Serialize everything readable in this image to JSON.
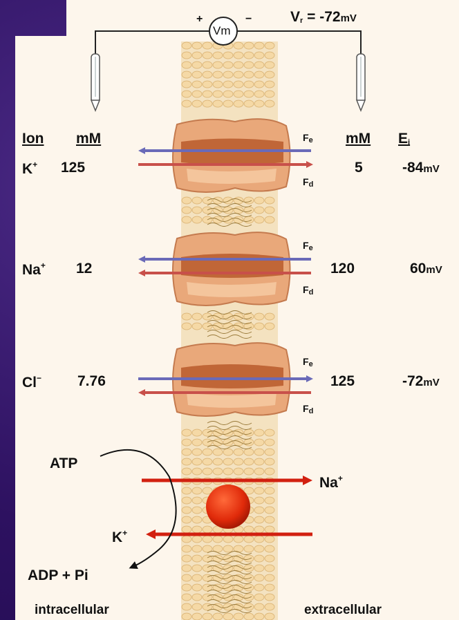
{
  "voltmeter": {
    "label": "Vm",
    "plus": "+",
    "minus": "−"
  },
  "resting_potential": {
    "symbol": "V",
    "subscript": "r",
    "value": "= -72",
    "unit": "mV"
  },
  "headers": {
    "ion": "Ion",
    "mm_in": "mM",
    "mm_out": "mM",
    "ei_symbol": "E",
    "ei_subscript": "i"
  },
  "ions": [
    {
      "symbol": "K",
      "charge": "+",
      "in_mM": "125",
      "out_mM": "5",
      "Ei": "-84",
      "unit": "mV"
    },
    {
      "symbol": "Na",
      "charge": "+",
      "in_mM": "12",
      "out_mM": "120",
      "Ei": "60",
      "unit": "mV"
    },
    {
      "symbol": "Cl",
      "charge": "−",
      "in_mM": "7.76",
      "out_mM": "125",
      "Ei": "-72",
      "unit": "mV"
    }
  ],
  "forces": {
    "fe": "F",
    "fe_sub": "e",
    "fd": "F",
    "fd_sub": "d"
  },
  "pump": {
    "atp": "ATP",
    "adp": "ADP + Pi",
    "na": "Na",
    "na_charge": "+",
    "k": "K",
    "k_charge": "+"
  },
  "regions": {
    "intracellular": "intracellular",
    "extracellular": "extracellular"
  },
  "colors": {
    "background": "#2d1160",
    "panel": "#fdf6ec",
    "lipid_head": "#f5d9a6",
    "channel": "#e9a87a",
    "channel_dark": "#b85a2c",
    "arrow_blue": "#6a6ab8",
    "arrow_red": "#c8504a",
    "pump_arrow": "#d22010",
    "pump_ball": "#e03010"
  }
}
